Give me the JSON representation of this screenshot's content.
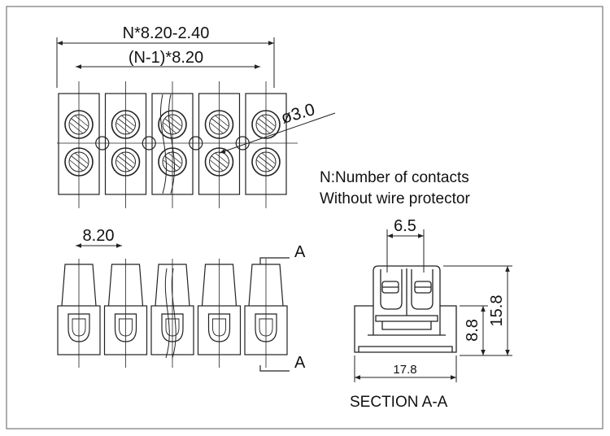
{
  "labels": {
    "overall_length": "N*8.20-2.40",
    "pitch_span": "(N-1)*8.20",
    "hole_diameter": "ø3.0",
    "note_line1": "N:Number of contacts",
    "note_line2": "Without wire protector",
    "pitch": "8.20",
    "section_mark_top": "A",
    "section_mark_bottom": "A",
    "section_top_width": "6.5",
    "section_total_height": "15.8",
    "section_base_height": "8.8",
    "section_width": "17.8",
    "section_title": "SECTION A-A"
  },
  "contacts": 5,
  "colors": {
    "line": "#222222",
    "background": "#ffffff"
  }
}
